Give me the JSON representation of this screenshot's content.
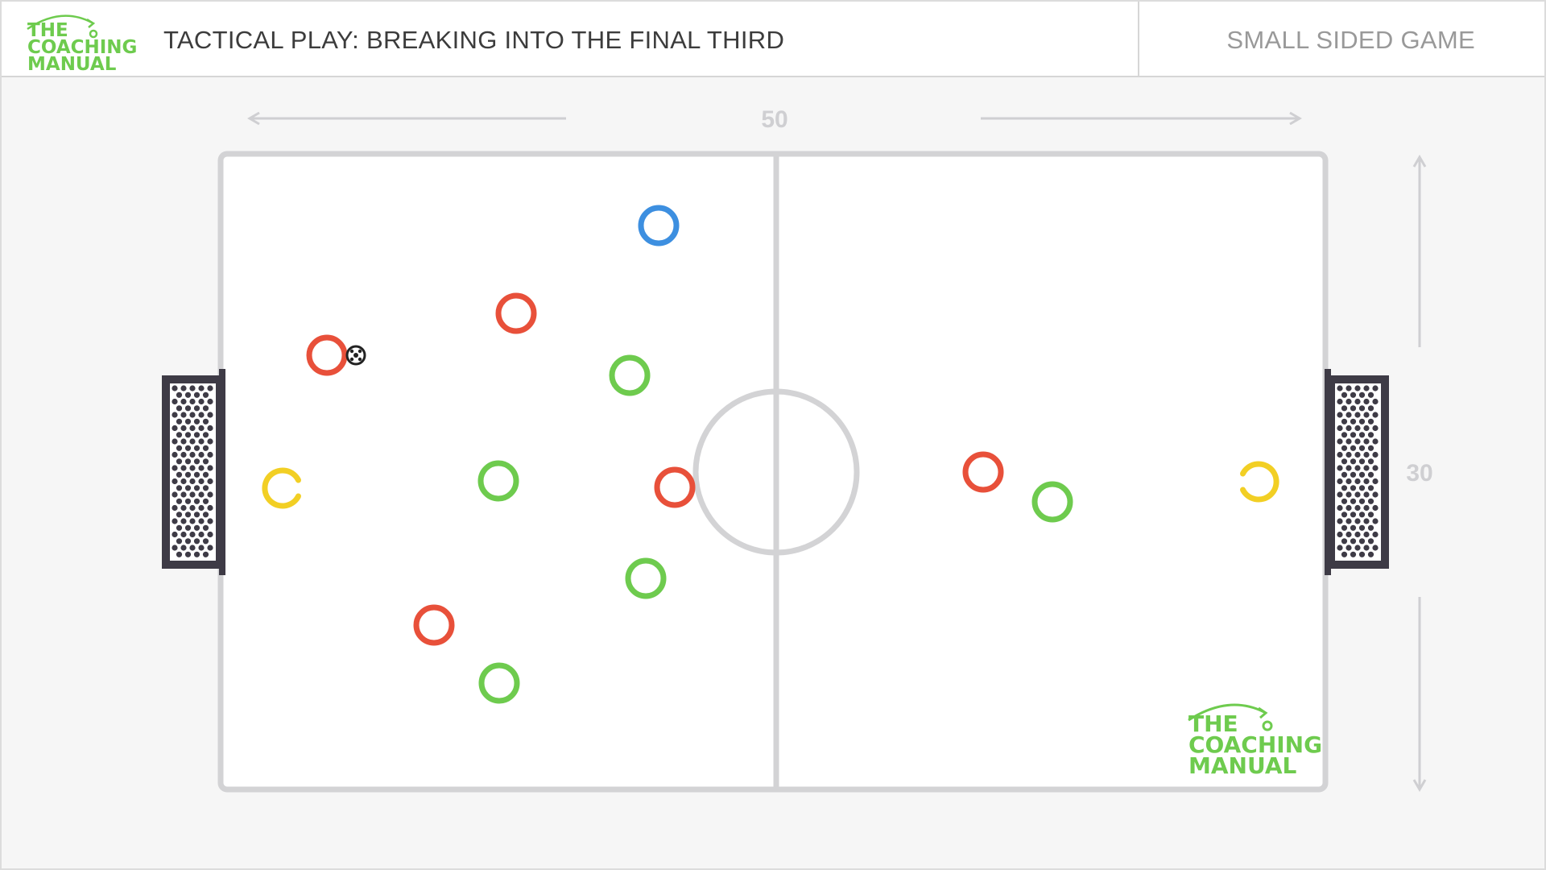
{
  "header": {
    "title": "TACTICAL PLAY: BREAKING INTO THE FINAL THIRD",
    "category": "SMALL SIDED GAME"
  },
  "logo": {
    "line1": "THE",
    "line2": "COACHING",
    "line3": "MANUAL"
  },
  "pitch": {
    "width_label": "50",
    "height_label": "30",
    "line_color": "#d3d3d5",
    "surface_color": "#ffffff"
  },
  "players": [
    {
      "team": "blue",
      "label": "blue-player"
    },
    {
      "team": "red",
      "label": "red-player-1"
    },
    {
      "team": "red",
      "label": "red-player-ball-carrier"
    },
    {
      "team": "green",
      "label": "green-player-1"
    },
    {
      "team": "green",
      "label": "green-player-2"
    },
    {
      "team": "red",
      "label": "red-player-2"
    },
    {
      "team": "green",
      "label": "green-player-3"
    },
    {
      "team": "red",
      "label": "red-player-3"
    },
    {
      "team": "green",
      "label": "green-player-4"
    },
    {
      "team": "red",
      "label": "red-player-4"
    },
    {
      "team": "green",
      "label": "green-player-5"
    }
  ],
  "goalkeepers": [
    {
      "team": "yellow",
      "label": "goalkeeper-left"
    },
    {
      "team": "yellow",
      "label": "goalkeeper-right"
    }
  ],
  "colors": {
    "red": "#e8503a",
    "green": "#6ecb4e",
    "blue": "#3d8fe0",
    "yellow": "#f2cf24",
    "goal_frame": "#3e3b46",
    "logo_green": "#6ecb4e"
  }
}
